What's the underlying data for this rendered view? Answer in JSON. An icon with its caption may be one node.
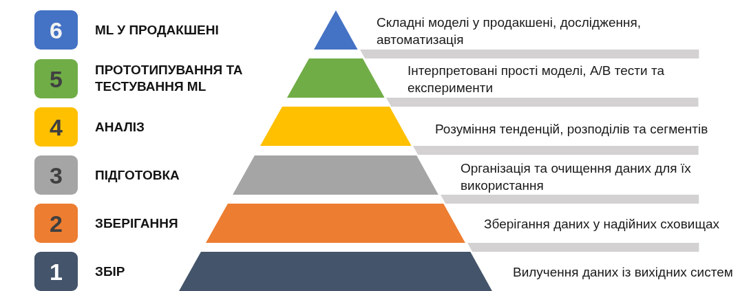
{
  "diagram": {
    "nodes": [
      {
        "text": [
          "6"
        ],
        "beside": [
          "ML У ПРОДАКШЕНІ"
        ]
      },
      {
        "text": [],
        "shape": "triangle"
      },
      {
        "text": [
          "5"
        ],
        "beside": [
          "ПРОТОТИПУВАННЯ ТА ТЕСТУВАННЯ ML"
        ]
      },
      {
        "text": [],
        "shape": "trapezoid"
      },
      {
        "text": [
          "4"
        ],
        "beside": [
          "АНАЛІЗ"
        ]
      },
      {
        "text": [],
        "shape": "trapezoid"
      },
      {
        "text": [
          "3"
        ],
        "beside": [
          "ПІДГОТОВКА"
        ]
      },
      {
        "text": [],
        "shape": "trapezoid"
      },
      {
        "text": [
          "2"
        ],
        "beside": [
          "ЗБЕРІГАННЯ"
        ]
      },
      {
        "text": [],
        "shape": "trapezoid"
      },
      {
        "text": [
          "1"
        ],
        "beside": [
          "ЗБІР"
        ]
      },
      {
        "text": [],
        "shape": "trapezoid"
      }
    ],
    "labels": [
      "Складні моделі у продакшені, дослідження, автоматизація",
      "Інтерпретовані прості моделі, A/B тести та експерименти",
      "Розуміння тенденцій, розподілів та сегментів",
      "Організація та очищення даних для їх використання",
      "Зберігання даних у надійних сховищах",
      "Вилучення даних із вихідних систем"
    ]
  }
}
